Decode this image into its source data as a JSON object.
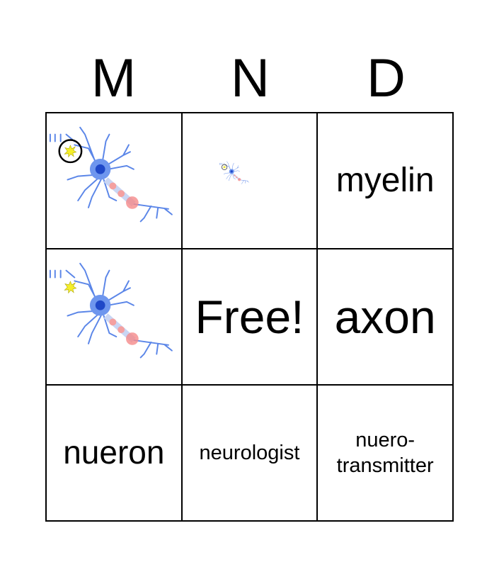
{
  "header": [
    "M",
    "N",
    "D"
  ],
  "cells": [
    {
      "type": "image",
      "icon": "neuron-image",
      "variant": "circled"
    },
    {
      "type": "image",
      "icon": "neuron-image",
      "variant": "small"
    },
    {
      "type": "text",
      "text": "myelin",
      "size": 48
    },
    {
      "type": "image",
      "icon": "neuron-image",
      "variant": "plain"
    },
    {
      "type": "text",
      "text": "Free!",
      "size": 66
    },
    {
      "type": "text",
      "text": "axon",
      "size": 66
    },
    {
      "type": "text",
      "text": "nueron",
      "size": 46
    },
    {
      "type": "text",
      "text": "neurologist",
      "size": 29
    },
    {
      "type": "text",
      "text": "nuero-\ntransmitter",
      "size": 29
    }
  ]
}
